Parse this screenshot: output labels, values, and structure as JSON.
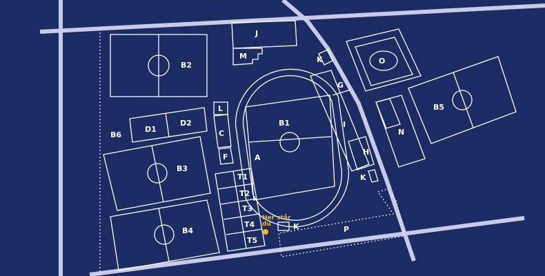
{
  "map": {
    "labels": {
      "J": "J",
      "M": "M",
      "K_top": "K",
      "O": "O",
      "G": "G",
      "B2": "B2",
      "L": "L",
      "C": "C",
      "F": "F",
      "B1": "B1",
      "I": "I",
      "H": "H",
      "B5": "B5",
      "N": "N",
      "D1": "D1",
      "D2": "D2",
      "B6": "B6",
      "B3": "B3",
      "A": "A",
      "K_right": "K",
      "T1": "T1",
      "T2": "T2",
      "T3": "T3",
      "T4": "T4",
      "T5": "T5",
      "B4": "B4",
      "K_bottom": "K",
      "P": "P"
    },
    "you_are_here": {
      "line1": "Her står",
      "line2": "du"
    },
    "colors": {
      "background": "#1b2b64",
      "roads": "#c7cbe8",
      "lines": "#ffffff",
      "marker": "#f2b51c"
    }
  }
}
